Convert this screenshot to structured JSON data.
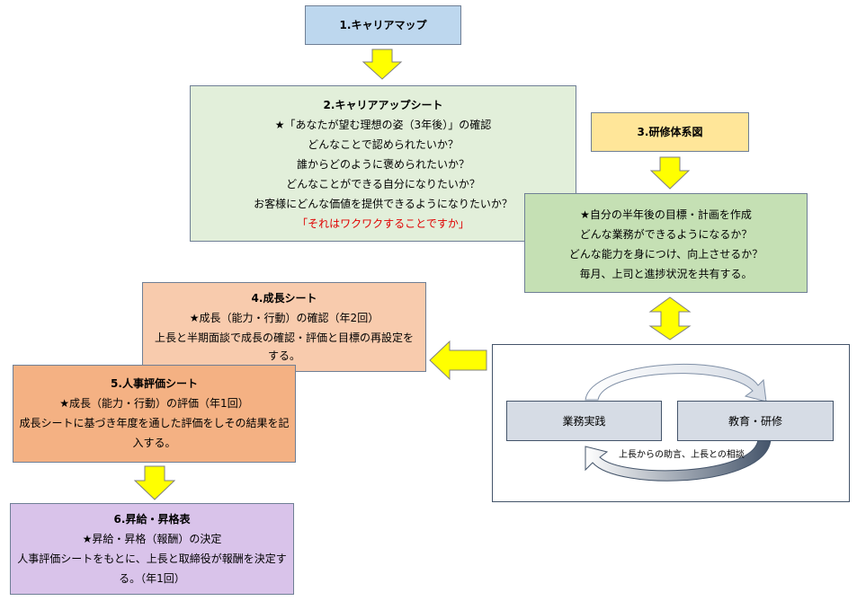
{
  "box1": {
    "title": "1.キャリアマップ"
  },
  "box2": {
    "title": "2.キャリアアップシート",
    "lines": [
      "★「あなたが望む理想の姿（3年後）」の確認",
      "どんなことで認められたいか？",
      "誰からどのように褒められたいか？",
      "どんなことができる自分になりたいか？",
      "お客様にどんな価値を提供できるようになりたいか？"
    ],
    "highlight": "「それはワクワクすることですか」"
  },
  "box3": {
    "title": "3.研修体系図"
  },
  "box3b": {
    "lines": [
      "★自分の半年後の目標・計画を作成",
      "どんな業務ができるようになるか？",
      "どんな能力を身につけ、向上させるか？",
      "毎月、上司と進捗状況を共有する。"
    ]
  },
  "box4": {
    "title": "4.成長シート",
    "lines": [
      "★成長（能力・行動）の確認（年2回）",
      "上長と半期面談で成長の確認・評価と目標の再設定を",
      "する。"
    ]
  },
  "box5": {
    "title": "5.人事評価シート",
    "lines": [
      "★成長（能力・行動）の評価（年1回）",
      "成長シートに基づき年度を通した評価をしその結果を記",
      "入する。"
    ]
  },
  "box6": {
    "title": "6.昇給・昇格表",
    "lines": [
      "★昇給・昇格（報酬）の決定",
      "人事評価シートをもとに、上長と取締役が報酬を決定す",
      "る。（年1回）"
    ]
  },
  "cycle": {
    "left": "業務実践",
    "right": "教育・研修",
    "caption": "上長からの助言、上長との相談"
  },
  "colors": {
    "blue": "#bdd7ee",
    "green_light": "#e2efda",
    "yellow": "#ffe699",
    "green": "#c5e0b4",
    "peach": "#f8cbad",
    "orange": "#f4b183",
    "purple": "#d9c3ea",
    "arrow": "#ffff00",
    "cycle_box": "#d6dce5"
  }
}
